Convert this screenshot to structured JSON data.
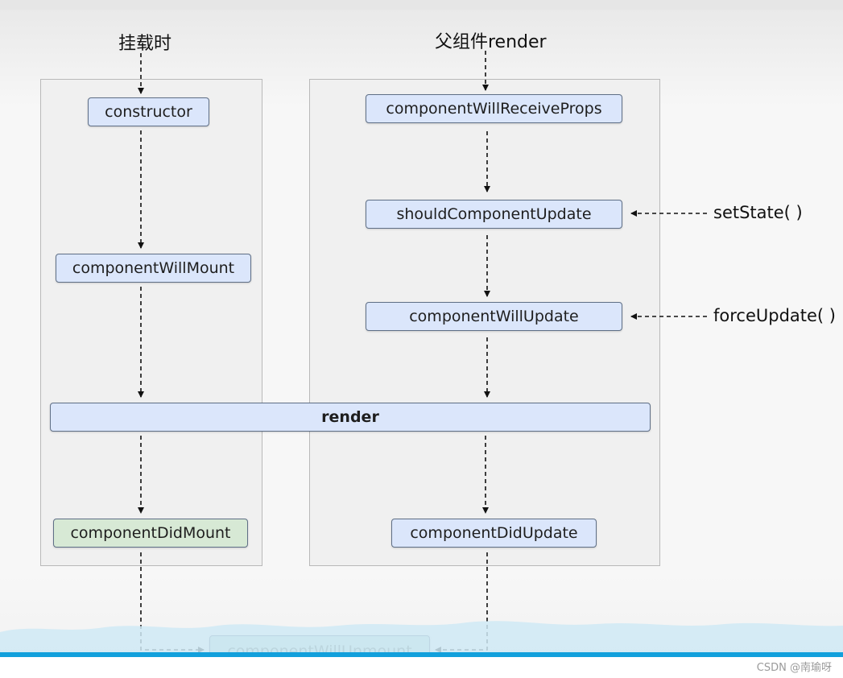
{
  "diagram": {
    "label_mount": "挂载时",
    "label_parent_render": "父组件render",
    "label_setstate": "setState( )",
    "label_forceupdate": "forceUpdate( )",
    "nodes": {
      "constructor": "constructor",
      "component_will_mount": "componentWillMount",
      "render": "render",
      "component_did_mount": "componentDidMount",
      "component_will_receive_props": "componentWillReceiveProps",
      "should_component_update": "shouldComponentUpdate",
      "component_will_update": "componentWillUpdate",
      "component_did_update": "componentDidUpdate",
      "component_will_unmount": "componentWillUnmount"
    },
    "colors": {
      "node_blue": "#dbe6fb",
      "node_green": "#d7e9d5",
      "node_teal": "#bddfd7",
      "accent_line": "#12a0dc"
    }
  },
  "watermark": "CSDN @南瑜呀"
}
